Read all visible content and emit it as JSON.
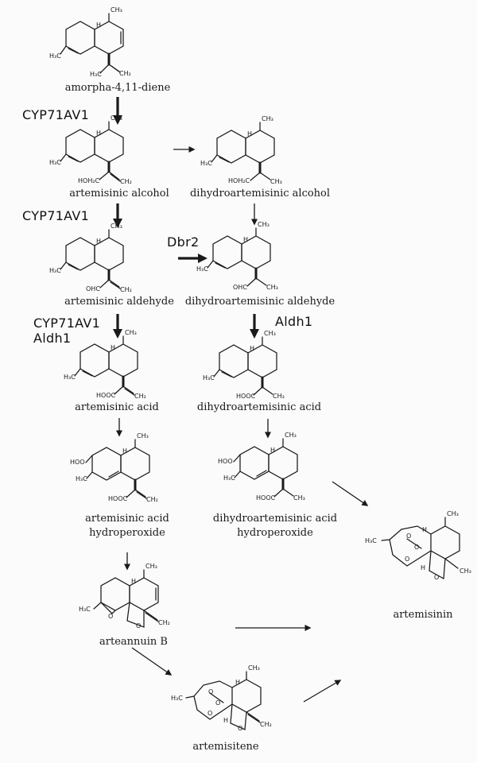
{
  "compounds": {
    "amorphadiene": "amorpha-4,11-diene",
    "art_alcohol": "artemisinic alcohol",
    "dha_alcohol": "dihydroartemisinic alcohol",
    "art_aldehyde": "artemisinic aldehyde",
    "dha_aldehyde": "dihydroartemisinic aldehyde",
    "art_acid": "artemisinic acid",
    "dha_acid": "dihydroartemisinic acid",
    "art_hydroperoxide_1": "artemisinic acid",
    "art_hydroperoxide_2": "hydroperoxide",
    "dha_hydroperoxide_1": "dihydroartemisinic acid",
    "dha_hydroperoxide_2": "hydroperoxide",
    "artemisinin": "artemisinin",
    "arteannuin_b": "arteannuin B",
    "artemisitene": "artemisitene"
  },
  "enzymes": {
    "step1": "CYP71AV1",
    "step2": "CYP71AV1",
    "step3_a": "CYP71AV1",
    "step3_b": "Aldh1",
    "reductase": "Dbr2",
    "dha_oxidation": "Aldh1"
  },
  "atom_labels": {
    "ch3": "CH₃",
    "h3c": "H₃C",
    "ch2": "CH₂",
    "h": "H",
    "hoh2c": "HOH₂C",
    "ohc": "OHC",
    "hooc": "HOOC",
    "hoo": "HOO",
    "o": "O"
  },
  "colors": {
    "ink": "#1a1a1a",
    "background": "#fbfbfb"
  }
}
